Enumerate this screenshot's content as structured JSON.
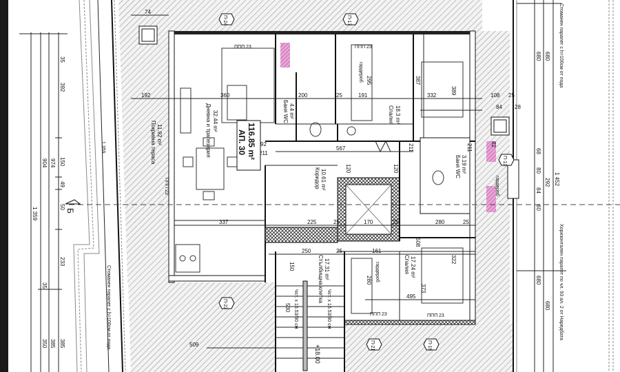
{
  "apartment": {
    "name": "АП. 30",
    "area": "116.85 m²"
  },
  "rooms": {
    "living": {
      "name": "Дневна и трапезария",
      "area": "32.44 m²"
    },
    "bath1": {
      "name": "Баня WC",
      "area": "4.4 m²"
    },
    "bedroom1": {
      "name": "Спалня",
      "area": "18.3 m²"
    },
    "bath2": {
      "name": "Баня WC",
      "area": "3.19 m²"
    },
    "corridor": {
      "name": "Коридор",
      "area": "10.61 m²"
    },
    "bedroom2": {
      "name": "Спалня",
      "area": "17.24 m²"
    },
    "stairs": {
      "name": "Стълбищна клетка",
      "area": "17.31 m²"
    },
    "terrace": {
      "name": "Покривна тераса",
      "area": "11.92 m²"
    },
    "wardrobe1": "гардероб",
    "wardrobe2": "гардероб",
    "wardrobe3": "гардероб"
  },
  "stairs_note": "Чст. x 15.53/30 см",
  "stairs_note2": "Чст. x 15.53/30 см",
  "level": "+18.00",
  "section_marker": "Б",
  "window_tags": [
    "ППП 23",
    "ППП 23",
    "ППП 23",
    "ППП 23",
    "ППП 23"
  ],
  "element_tags": [
    "П-24",
    "П-17",
    "П-21",
    "П-19",
    "П-23",
    "П-13"
  ],
  "dims_left": [
    "35",
    "392",
    "150",
    "49",
    "50",
    "233",
    "35",
    "385",
    "974",
    "904",
    "1 359",
    "350",
    "385"
  ],
  "dims_right": [
    "680",
    "680",
    "68",
    "80",
    "84",
    "60",
    "292",
    "1 452",
    "680",
    "680"
  ],
  "dims_top": [
    "74",
    "192",
    "360",
    "25",
    "191",
    "332",
    "387",
    "389",
    "108",
    "25",
    "84",
    "28",
    "200",
    "295"
  ],
  "dims_mid": [
    "567",
    "92",
    "211",
    "120",
    "120",
    "211",
    "211",
    "82"
  ],
  "dims_lower": [
    "337",
    "225",
    "25",
    "170",
    "25",
    "280",
    "25",
    "250",
    "25",
    "161",
    "508",
    "322",
    "373",
    "495",
    "280",
    "509",
    "150",
    "530"
  ],
  "notes": [
    "Стоманен парапет с h=100см от пода",
    "Хоризонтален парапет по чл. 93 ал. 2 от Наредбата"
  ]
}
